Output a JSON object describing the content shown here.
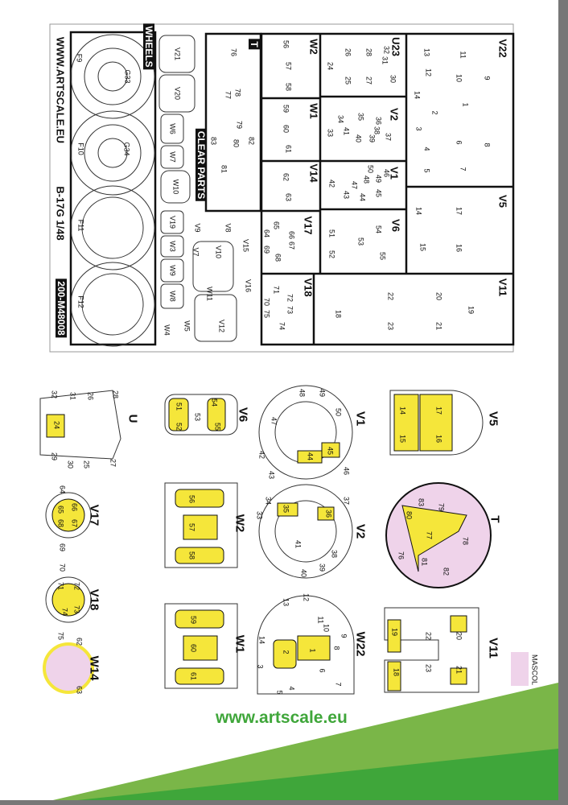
{
  "sheet": {
    "website": "WWW.ARTSCALE.EU",
    "product": "B-17G  1/48",
    "code": "200-M48008",
    "wheels_label": "WHEELS",
    "clear_parts_label": "CLEAR PARTS",
    "sections": [
      "V22",
      "U23",
      "W2",
      "T",
      "W1",
      "V2",
      "V14",
      "V1",
      "V17",
      "V6",
      "V5",
      "V18",
      "V11"
    ],
    "wheel_parts": [
      "G33",
      "F9",
      "G34",
      "F10",
      "F11",
      "F12"
    ],
    "clear_parts": [
      "V21",
      "V20",
      "W6",
      "W7",
      "W10",
      "V19",
      "W3",
      "W9",
      "W8",
      "W4",
      "V9",
      "V8",
      "V7",
      "V10",
      "V15",
      "W11",
      "V16",
      "V12",
      "W5"
    ],
    "parts": [
      "76",
      "77",
      "78",
      "79",
      "80",
      "83",
      "81",
      "82",
      "56",
      "57",
      "58",
      "59",
      "60",
      "61",
      "62",
      "63",
      "26",
      "28",
      "32",
      "31",
      "24",
      "25",
      "27",
      "30",
      "13",
      "11",
      "12",
      "10",
      "9",
      "14",
      "2",
      "1",
      "3",
      "6",
      "4",
      "8",
      "5",
      "7",
      "35",
      "36",
      "37",
      "34",
      "41",
      "40",
      "39",
      "38",
      "33",
      "50",
      "49",
      "46",
      "45",
      "48",
      "47",
      "43",
      "44",
      "42",
      "14",
      "17",
      "15",
      "16",
      "65",
      "66",
      "67",
      "68",
      "64",
      "69",
      "54",
      "51",
      "53",
      "55",
      "52",
      "71",
      "72",
      "73",
      "70",
      "75",
      "74",
      "22",
      "20",
      "19",
      "18",
      "23",
      "21"
    ]
  },
  "diagrams": {
    "titles": [
      "V5",
      "V1",
      "V6",
      "U",
      "T",
      "V2",
      "W2",
      "V17",
      "V11",
      "W22",
      "W1",
      "V18",
      "W14"
    ],
    "callouts": [
      "14",
      "17",
      "15",
      "16",
      "48",
      "49",
      "50",
      "47",
      "42",
      "43",
      "46",
      "44",
      "45",
      "54",
      "55",
      "51",
      "52",
      "53",
      "28",
      "26",
      "31",
      "32",
      "24",
      "29",
      "30",
      "25",
      "27",
      "79",
      "83",
      "80",
      "77",
      "78",
      "76",
      "81",
      "82",
      "34",
      "33",
      "35",
      "36",
      "37",
      "41",
      "40",
      "39",
      "38",
      "56",
      "57",
      "58",
      "64",
      "65",
      "66",
      "67",
      "68",
      "69",
      "19",
      "20",
      "22",
      "23",
      "21",
      "18",
      "12",
      "13",
      "11",
      "10",
      "9",
      "8",
      "14",
      "2",
      "1",
      "3",
      "6",
      "7",
      "4",
      "5",
      "59",
      "60",
      "61",
      "70",
      "71",
      "72",
      "73",
      "74",
      "75",
      "62",
      "63"
    ]
  },
  "footer": {
    "url": "www.artscale.eu",
    "mascol": "MASCOL"
  },
  "colors": {
    "mask": "#f5e63a",
    "pink": "#efd3ea",
    "green_light": "#7ab648",
    "green_dark": "#3fa63a"
  }
}
